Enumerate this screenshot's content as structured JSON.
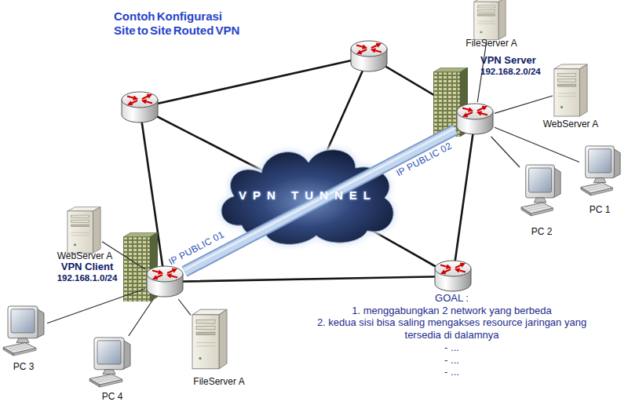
{
  "diagram": {
    "title": "Contoh Konfigurasi Site to Site Routed VPN",
    "nodes": [
      {
        "text": [
          "FileServer A"
        ]
      },
      {
        "text": [
          "VPN Server",
          "192.168.2.0/24"
        ]
      },
      {
        "text": [
          "WebServer A"
        ]
      },
      {
        "text": [
          "PC 1"
        ]
      },
      {
        "text": [
          "PC 2"
        ]
      },
      {
        "text": [
          "VPN TUNNEL"
        ]
      },
      {
        "text": [
          "WebServer A"
        ]
      },
      {
        "text": [
          "VPN Client",
          "192.168.1.0/24"
        ]
      },
      {
        "text": [
          "PC 3"
        ]
      },
      {
        "text": [
          "PC 4"
        ]
      },
      {
        "text": [
          "FileServer A"
        ]
      }
    ],
    "edges": [
      {
        "from": 1,
        "to": 0,
        "arrow": "none"
      },
      {
        "from": 1,
        "to": 2,
        "arrow": "none"
      },
      {
        "from": 1,
        "to": 3,
        "arrow": "none"
      },
      {
        "from": 1,
        "to": 4,
        "arrow": "none"
      },
      {
        "from": 7,
        "to": 6,
        "arrow": "none"
      },
      {
        "from": 7,
        "to": 8,
        "arrow": "none"
      },
      {
        "from": 7,
        "to": 9,
        "arrow": "none"
      },
      {
        "from": 7,
        "to": 10,
        "arrow": "none"
      },
      {
        "from": 7,
        "to": 1,
        "arrow": "none"
      }
    ],
    "labels": [
      "IP PUBLIC 01",
      "IP PUBLIC 02",
      "GOAL :",
      "1. menggabungkan 2 network yang berbeda",
      "2. kedua sisi bisa saling mengakses resource jaringan yang tersedia di dalamnya",
      "- ...",
      "- ...",
      "- ..."
    ]
  }
}
